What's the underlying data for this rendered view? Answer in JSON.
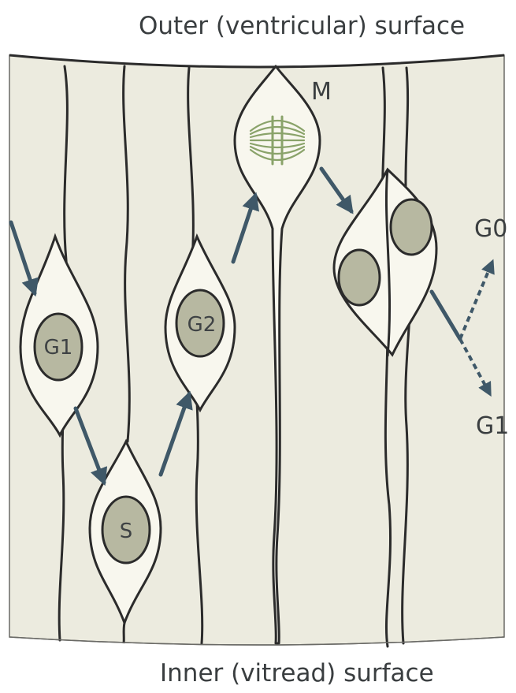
{
  "outer_surface_label": "Outer (ventricular) surface",
  "inner_surface_label": "Inner (vitread) surface",
  "phases": {
    "g1": "G1",
    "s": "S",
    "g2": "G2",
    "m": "M"
  },
  "fates": {
    "g0": "G0",
    "g1": "G1"
  },
  "colors": {
    "tissue": "#ecebdf",
    "cell_fill": "#f8f7ee",
    "nucleus": "#b7b8a1",
    "outline": "#2b2b2b",
    "arrow": "#3f5868",
    "spindle": "#8aa36a"
  }
}
